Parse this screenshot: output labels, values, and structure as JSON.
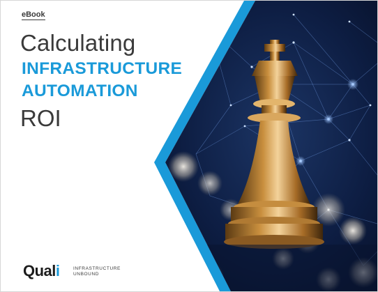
{
  "cover": {
    "label": "eBook",
    "title_line1": "Calculating",
    "title_line2": "INFRASTRUCTURE",
    "title_line3": "AUTOMATION",
    "title_line4": "ROI"
  },
  "brand": {
    "logo_text_a": "Qual",
    "logo_text_b": "i",
    "tagline_line1": "INFRASTRUCTURE",
    "tagline_line2": "UNBOUND"
  },
  "colors": {
    "accent_blue": "#1a9ad9",
    "text_dark": "#3a3a3a",
    "photo_navy": "#0b1a3a"
  }
}
